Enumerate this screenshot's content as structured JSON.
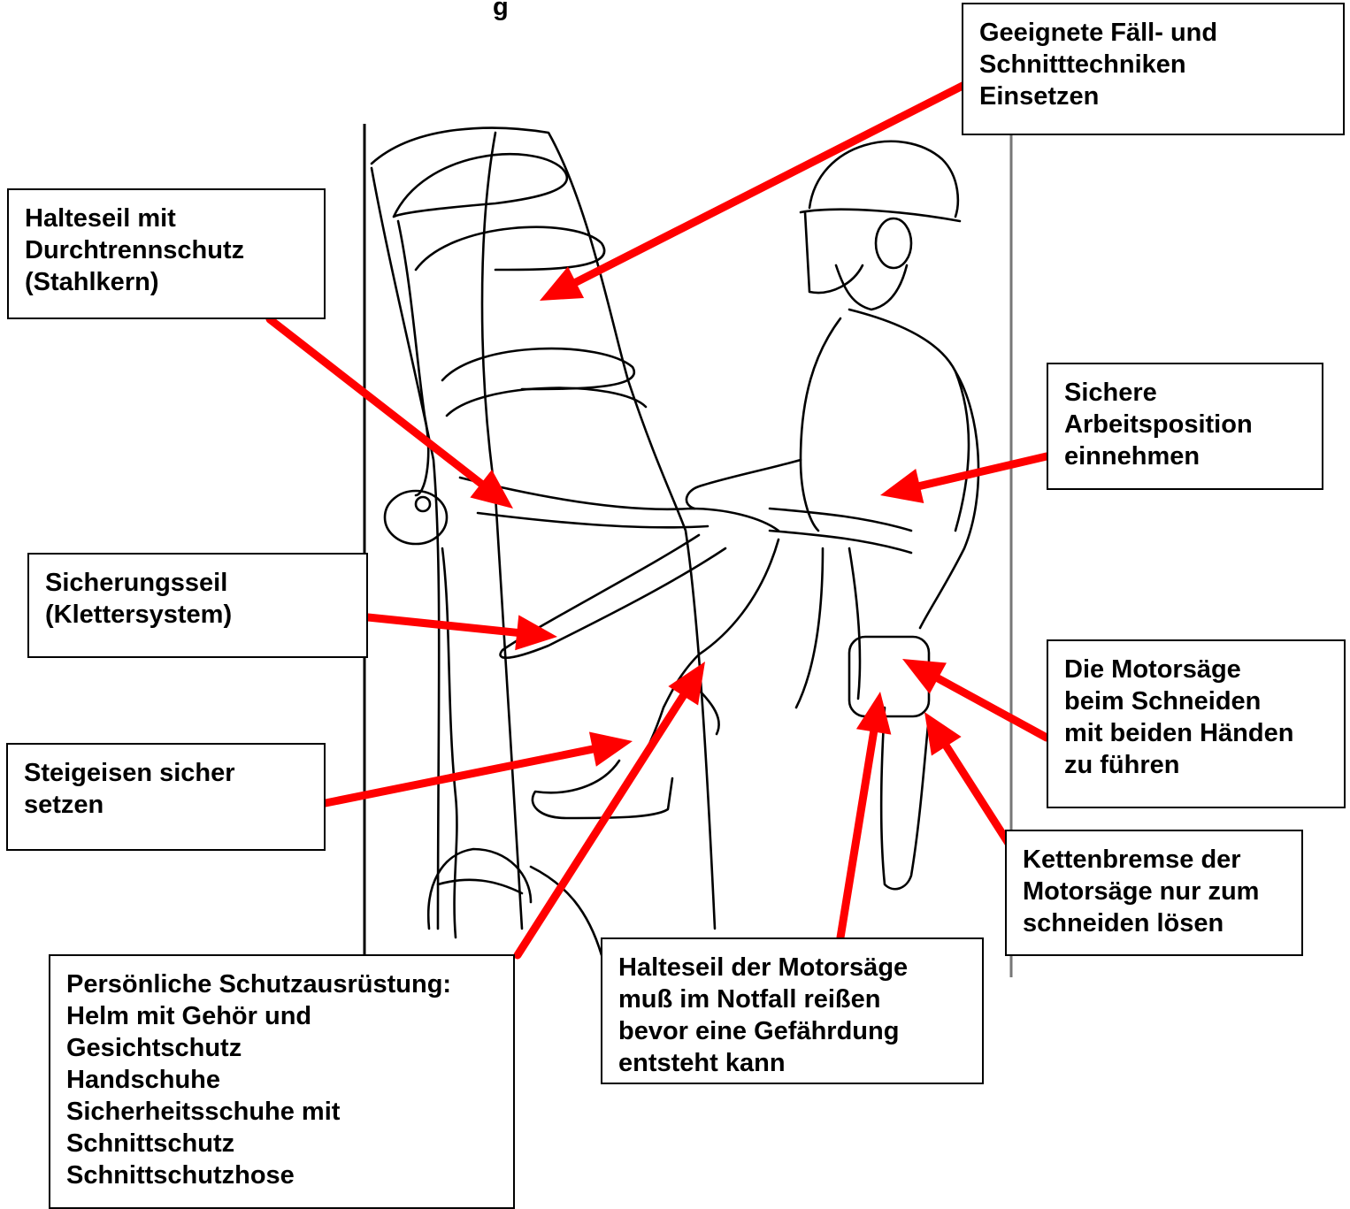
{
  "top_fragment": "g",
  "colors": {
    "arrow": "#ff0000",
    "line_art": "#000000",
    "box_border": "#000000"
  },
  "labels": {
    "faell": [
      "Geeignete Fäll- und",
      "Schnitttechniken",
      "Einsetzen"
    ],
    "halteseil": [
      "Halteseil mit",
      "Durchtrennschutz",
      "(Stahlkern)"
    ],
    "arbeitsposition": [
      "Sichere",
      "Arbeitsposition",
      "einnehmen"
    ],
    "sicherungsseil": [
      "Sicherungsseil",
      "(Klettersystem)"
    ],
    "motorsaege_haende": [
      "Die Motorsäge",
      "beim Schneiden",
      "mit beiden Händen",
      "zu führen"
    ],
    "steigeisen": [
      "Steigeisen sicher",
      "setzen"
    ],
    "kettenbremse": [
      "Kettenbremse der",
      "Motorsäge nur zum",
      "schneiden lösen"
    ],
    "halteseil_motorsaege": [
      "Halteseil der Motorsäge",
      "muß im Notfall reißen",
      "bevor eine Gefährdung",
      "entsteht kann"
    ],
    "psa": [
      "Persönliche Schutzausrüstung:",
      "Helm mit Gehör und",
      "Gesichtschutz",
      "Handschuhe",
      "Sicherheitsschuhe mit",
      "Schnittschutz",
      "Schnittschutzhose"
    ]
  }
}
